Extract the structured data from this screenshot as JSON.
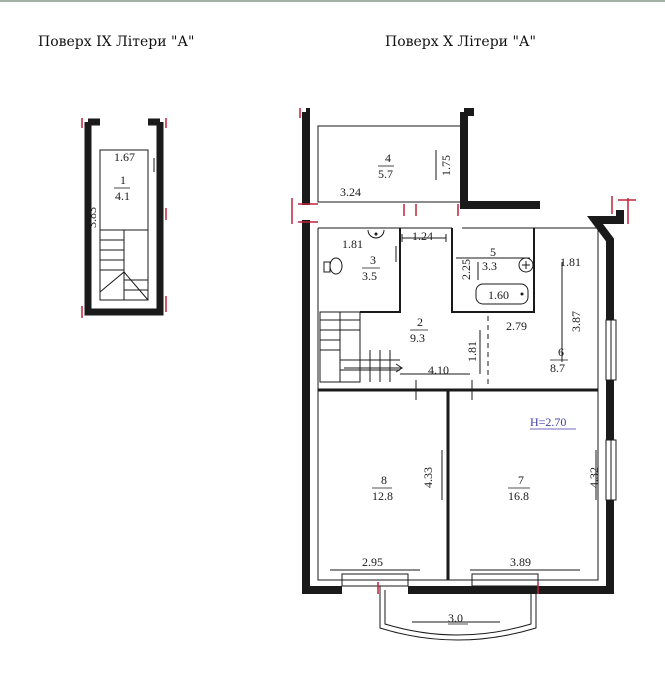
{
  "headings": {
    "floor9": "Поверх IX Літери \"А\"",
    "floor10": "Поверх X Літери \"А\""
  },
  "colors": {
    "wall": "#1a1a1a",
    "accent": "#c0223a",
    "height_note": "#3c3ca8"
  },
  "floor9": {
    "room1": {
      "number": "1",
      "area": "4.1"
    },
    "dims": {
      "width": "1.67",
      "length": "3.83"
    }
  },
  "floor10": {
    "rooms": {
      "r2": {
        "number": "2",
        "area": "9.3"
      },
      "r3": {
        "number": "3",
        "area": "3.5"
      },
      "r4": {
        "number": "4",
        "area": "5.7"
      },
      "r5": {
        "number": "5",
        "area": "3.3"
      },
      "r6": {
        "number": "6",
        "area": "8.7"
      },
      "r7": {
        "number": "7",
        "area": "16.8"
      },
      "r8": {
        "number": "8",
        "area": "12.8"
      }
    },
    "dims": {
      "d_175": "1.75",
      "d_324": "3.24",
      "d_124": "1.24",
      "d_181_wc": "1.81",
      "d_225": "2.25",
      "d_160": "1.60",
      "d_181_r6": "1.81",
      "d_387": "3.87",
      "d_279": "2.79",
      "d_181_hall": "1.81",
      "d_410": "4.10",
      "d_433": "4.33",
      "d_432": "4.32",
      "d_295": "2.95",
      "d_389": "3.89",
      "d_30": "3.0"
    },
    "height_note": "H=2.70"
  }
}
